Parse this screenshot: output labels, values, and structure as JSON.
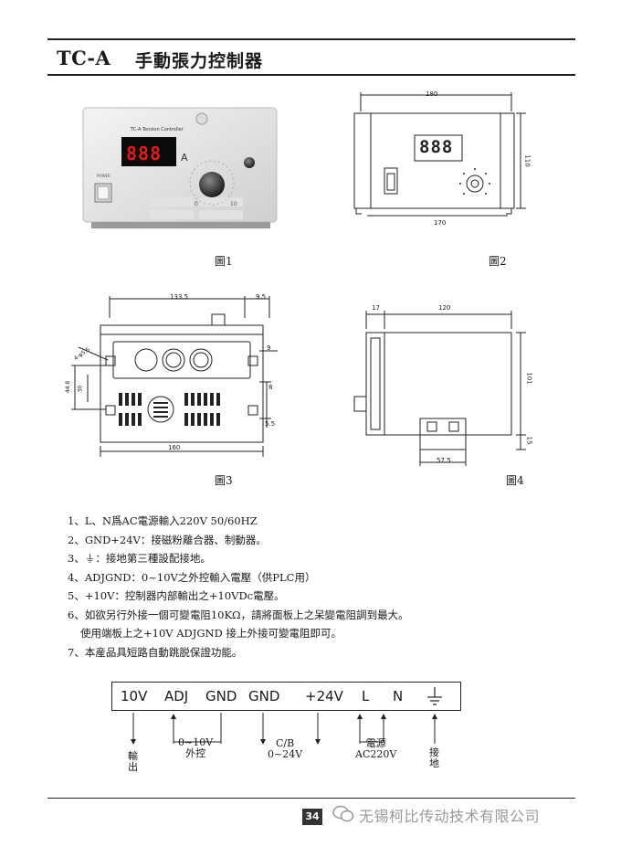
{
  "header": {
    "model": "TC-A",
    "name": "手動張力控制器"
  },
  "figures": {
    "fig1": {
      "caption": "圖1",
      "panel_model": "TC-A  Tension Controller",
      "display": "888",
      "unit": "A",
      "power_label": "POWER",
      "dial_min": "0",
      "dial_max": "10"
    },
    "fig2": {
      "caption": "圖2",
      "display": "888",
      "dim_width": "180",
      "dim_height": "110",
      "dim_bottom": "170"
    },
    "fig3": {
      "caption": "圖3",
      "dim_top": "133.5",
      "dim_top_right": "9.5",
      "dim_bottom": "160",
      "dim_left_outer": "44.8",
      "dim_left_inner": "30",
      "dim_right_a": "9",
      "dim_right_b": "8",
      "dim_right_c": "5.5",
      "dim_hole": "4-φ5.5"
    },
    "fig4": {
      "caption": "圖4",
      "dim_left": "17",
      "dim_top": "120",
      "dim_height": "101",
      "dim_foot": "15",
      "dim_base": "57.5"
    }
  },
  "notes": [
    "1、L、N爲AC電源輸入220V 50/60HZ",
    "2、GND+24V：接磁粉離合器、制動器。",
    "3、⏚：接地第三種設配接地。",
    "4、ADJGND：0~10V之外控輸入電壓（供PLC用）",
    "5、+10V：控制器内部輸出之+10VDc電壓。",
    "6、如欲另行外接一個可變電阻10KΩ，請將面板上之呆變電阻調到最大。",
    "使用端板上之+10V ADJGND 接上外接可變電阻即可。",
    "7、本産品具短路自動跳脱保證功能。"
  ],
  "terminals": {
    "labels": [
      "10V",
      "ADJ",
      "GND",
      "GND",
      "+24V",
      "L",
      "N"
    ],
    "ground_icon": "ground-icon",
    "out_label": [
      "輸",
      "出"
    ],
    "adj_label": [
      "0~10V",
      "外控"
    ],
    "cb_label": [
      "C/B",
      "0~24V"
    ],
    "power_label": [
      "電源",
      "AC220V"
    ],
    "earth_label": [
      "接",
      "地"
    ]
  },
  "footer": {
    "page": "34",
    "watermark": "无锡柯比传动技术有限公司",
    "wechat_icon": "wechat-icon"
  }
}
